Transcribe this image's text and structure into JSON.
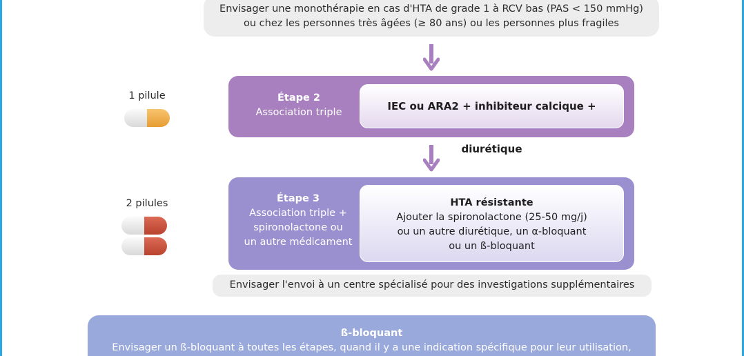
{
  "top_note": {
    "line1": "Envisager une monothérapie en cas d'HTA de grade 1 à RCV bas (PAS < 150 mmHg)",
    "line2": "ou chez les personnes très âgées (≥ 80 ans) ou les personnes plus fragiles"
  },
  "step2": {
    "title": "Étape 2",
    "subtitle": "Association triple",
    "treatment": "IEC ou ARA2 + inhibiteur calcique + diurétique",
    "pills_label": "1 pilule"
  },
  "step3": {
    "title": "Étape 3",
    "subtitle_line1": "Association triple +",
    "subtitle_line2": "spironolactone ou",
    "subtitle_line3": "un autre médicament",
    "heading": "HTA résistante",
    "line1": "Ajouter la spironolactone (25-50 mg/j)",
    "line2": "ou un autre diurétique, un α-bloquant",
    "line3": "ou un ß-bloquant",
    "pills_label": "2 pilules"
  },
  "referral": "Envisager l'envoi à un centre spécialisé pour des investigations supplémentaires",
  "beta_blocker": {
    "heading": "ß-bloquant",
    "line1": "Envisager un ß-bloquant à toutes les étapes, quand il y a une indication spécifique pour leur utilisation,"
  },
  "colors": {
    "frame_border": "#29a9e0",
    "step2_bg": "#a880bf",
    "step3_bg": "#9a8fcf",
    "beta_bg": "#9aa9dc",
    "arrow": "#a880bf",
    "pill_orange": "#e79d34",
    "pill_red": "#b8432f",
    "note_bg": "#ededed"
  }
}
